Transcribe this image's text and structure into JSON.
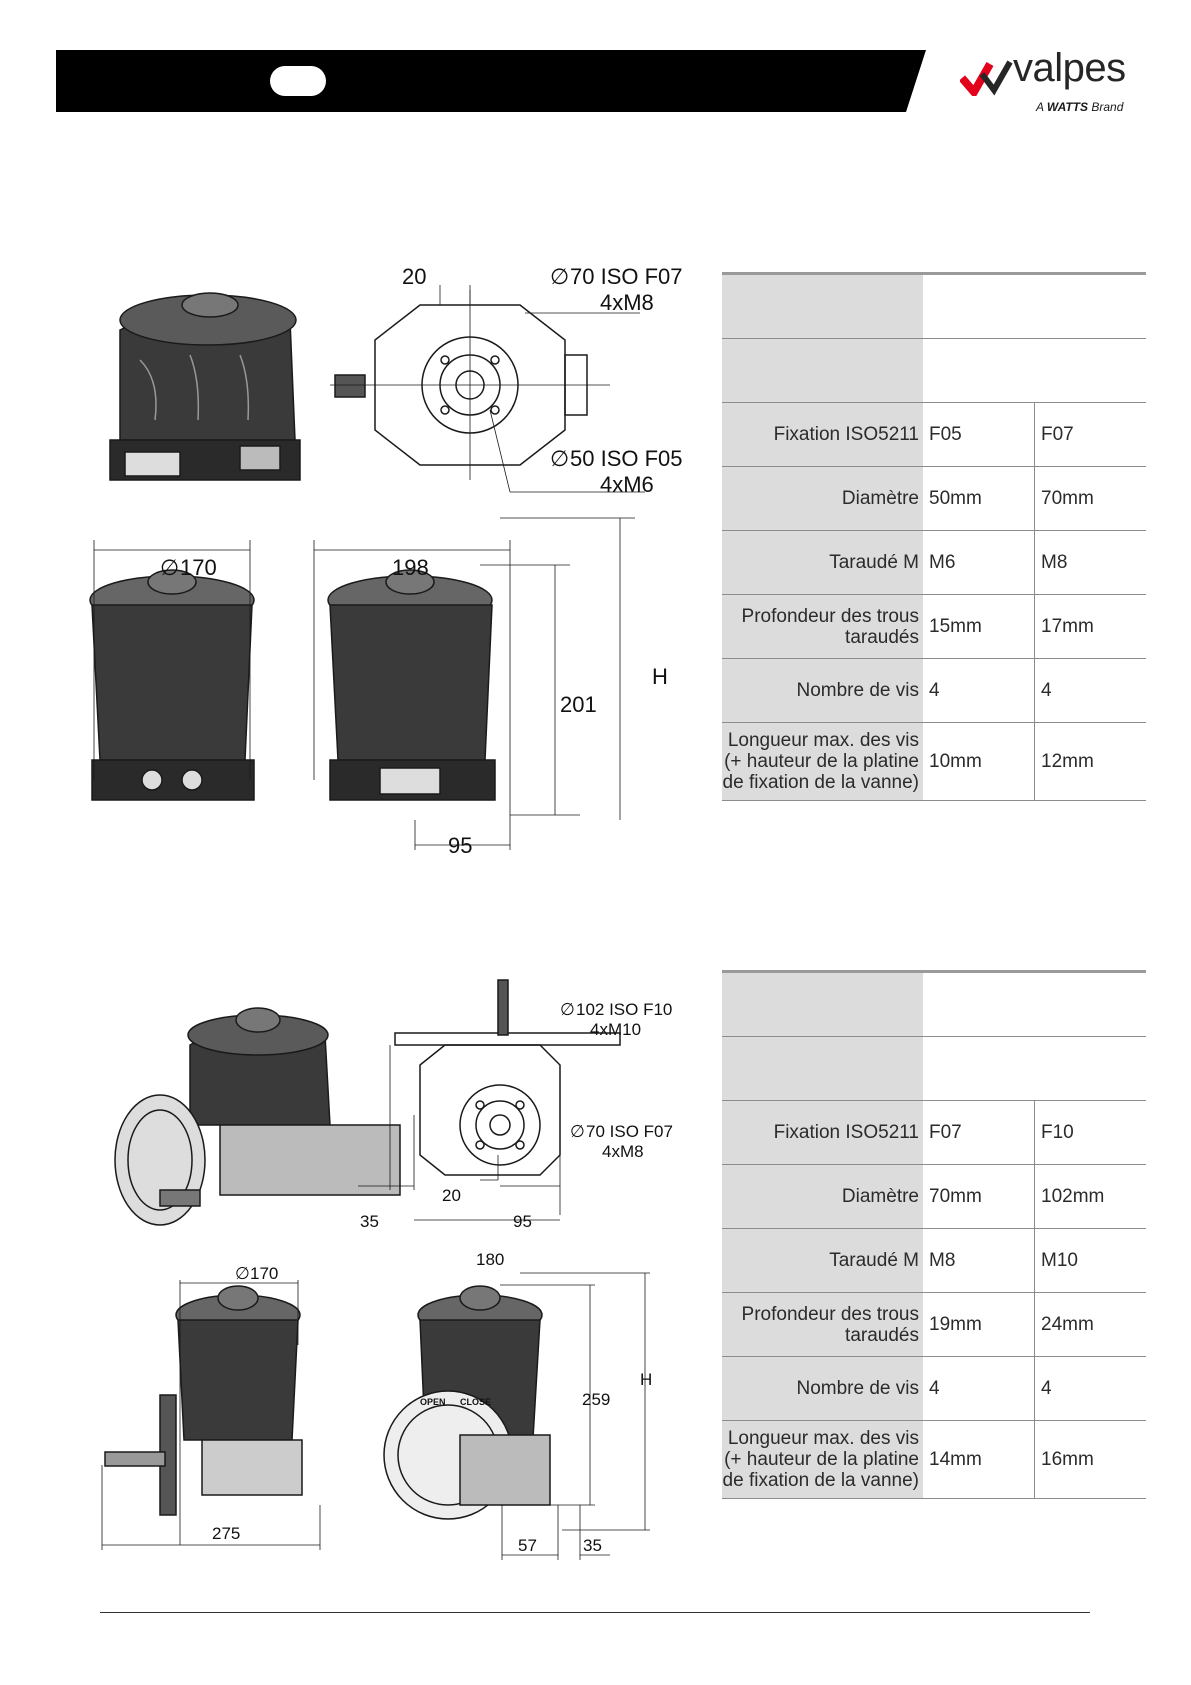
{
  "brand": {
    "name": "valpes",
    "tagline_prefix": "A",
    "tagline_brand": "WATTS",
    "tagline_suffix": "Brand",
    "colors": {
      "red": "#e2001a",
      "dark": "#262626"
    }
  },
  "section1": {
    "dims": {
      "d20": "20",
      "flange_top_1": "70 ISO F07",
      "flange_top_2": "4xM8",
      "flange_bot_1": "50 ISO F05",
      "flange_bot_2": "4xM6",
      "diam170": "170",
      "w198": "198",
      "h201": "201",
      "H": "H",
      "w95": "95"
    },
    "table": {
      "rows": [
        {
          "label": "",
          "v1": "",
          "v2": ""
        },
        {
          "label": "",
          "v1": "",
          "v2": ""
        },
        {
          "label": "Fixation ISO5211",
          "v1": "F05",
          "v2": "F07"
        },
        {
          "label": "Diamètre",
          "v1": "50mm",
          "v2": "70mm"
        },
        {
          "label": "Taraudé M",
          "v1": "M6",
          "v2": "M8"
        },
        {
          "label_l1": "Profondeur  des trous",
          "label_l2": "taraudés",
          "v1": "15mm",
          "v2": "17mm"
        },
        {
          "label": "Nombre de vis",
          "v1": "4",
          "v2": "4"
        },
        {
          "label_l1": "Longueur max. des vis",
          "label_l2": "(+ hauteur de la platine",
          "label_l3": "de fixation de la vanne)",
          "v1": "10mm",
          "v2": "12mm"
        }
      ]
    }
  },
  "section2": {
    "dims": {
      "flange_top_1": "102 ISO F10",
      "flange_top_2": "4xM10",
      "flange_bot_1": "70 ISO F07",
      "flange_bot_2": "4xM8",
      "d20": "20",
      "d35a": "35",
      "d95": "95",
      "d180": "180",
      "diam170": "170",
      "h259": "259",
      "H": "H",
      "w275": "275",
      "d57": "57",
      "d35b": "35",
      "wheel_open": "OPEN",
      "wheel_close": "CLOSE"
    },
    "table": {
      "rows": [
        {
          "label": "",
          "v1": "",
          "v2": ""
        },
        {
          "label": "",
          "v1": "",
          "v2": ""
        },
        {
          "label": "Fixation ISO5211",
          "v1": "F07",
          "v2": "F10"
        },
        {
          "label": "Diamètre",
          "v1": "70mm",
          "v2": "102mm"
        },
        {
          "label": "Taraudé M",
          "v1": "M8",
          "v2": "M10"
        },
        {
          "label_l1": "Profondeur  des trous",
          "label_l2": "taraudés",
          "v1": "19mm",
          "v2": "24mm"
        },
        {
          "label": "Nombre de vis",
          "v1": "4",
          "v2": "4"
        },
        {
          "label_l1": "Longueur max. des vis",
          "label_l2": "(+ hauteur de la platine",
          "label_l3": "de fixation de la vanne)",
          "v1": "14mm",
          "v2": "16mm"
        }
      ]
    }
  }
}
